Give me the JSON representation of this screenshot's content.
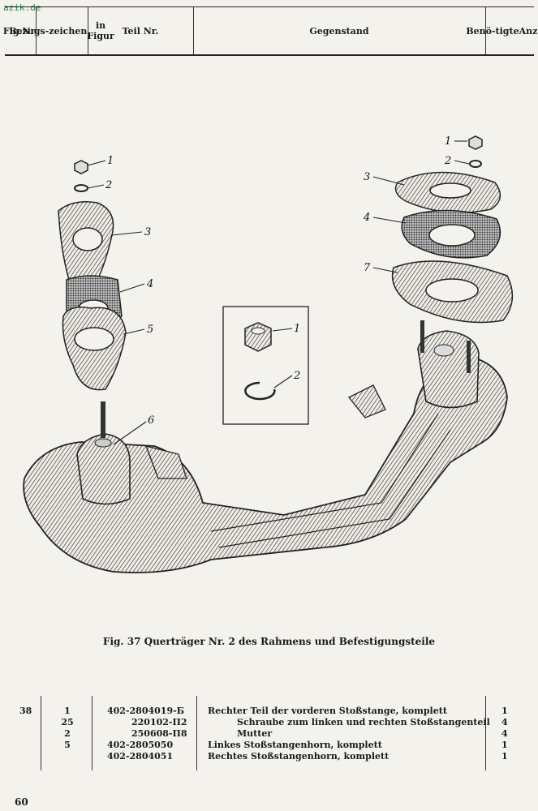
{
  "watermark": "azik.de",
  "header": {
    "fig": [
      "Fig.",
      "Nr."
    ],
    "ref": [
      "Bezugs-",
      "zeichen",
      "in Figur"
    ],
    "part": "Teil Nr.",
    "item": "Gegenstand",
    "qty": [
      "Benö-",
      "tigte",
      "Anzahl"
    ]
  },
  "figure": {
    "callouts_left": [
      "1",
      "2",
      "3",
      "4",
      "5",
      "6"
    ],
    "callouts_right": [
      "1",
      "2",
      "3",
      "4",
      "7"
    ],
    "callouts_inset": [
      "1",
      "2"
    ],
    "caption": "Fig. 37 Querträger Nr. 2 des Rahmens und Befestigungsteile"
  },
  "parts": {
    "fig_no": "38",
    "rows": [
      {
        "ref": "1",
        "part": "402-2804019-Б",
        "desc": "Rechter Teil der vorderen Stoßstange, komplett",
        "qty": "1",
        "indent": false
      },
      {
        "ref": "25",
        "part": "220102-П2",
        "desc": "Schraube zum linken und rechten Stoßstangenteil",
        "qty": "4",
        "indent": true
      },
      {
        "ref": "2",
        "part": "250608-П8",
        "desc": "Mutter",
        "qty": "4",
        "indent": true
      },
      {
        "ref": "5",
        "part": "402-2805050",
        "desc": "Linkes Stoßstangenhorn, komplett",
        "qty": "1",
        "indent": false
      },
      {
        "ref": "",
        "part": "402-2804051",
        "desc": "Rechtes Stoßstangenhorn, komplett",
        "qty": "1",
        "indent": false
      }
    ]
  },
  "page_number": "60"
}
